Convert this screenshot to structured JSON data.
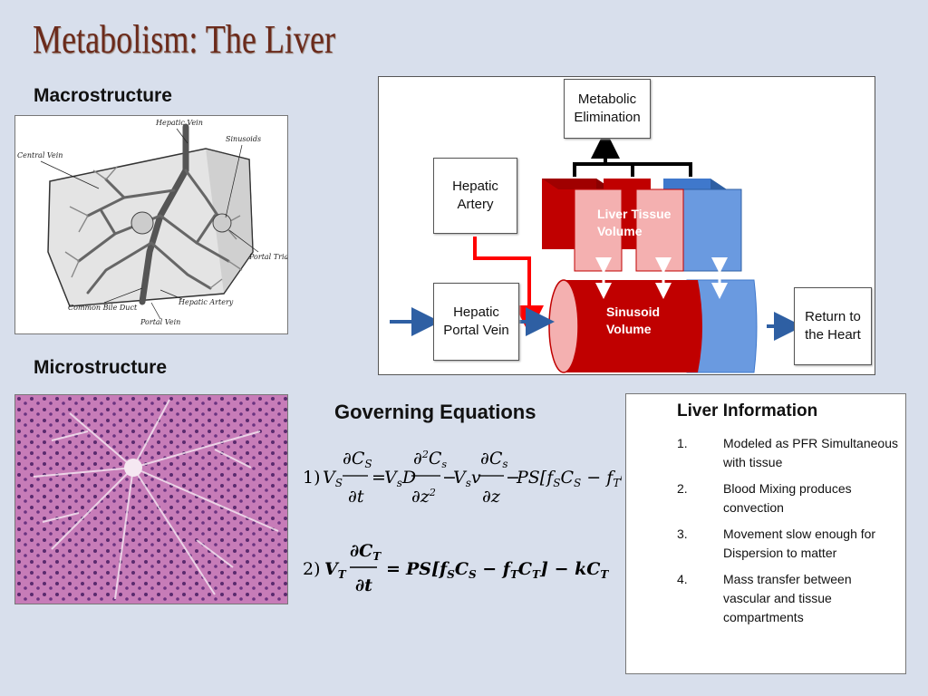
{
  "title": "Metabolism: The Liver",
  "macro_label": "Macrostructure",
  "micro_label": "Microstructure",
  "macro_image": {
    "labels": {
      "hepatic_vein": "Hepatic Vein",
      "sinusoids": "Sinusoids",
      "central_vein": "Central Vein",
      "portal_triad": "Portal Triad",
      "common_bile_duct": "Common Bile Duct",
      "hepatic_artery": "Hepatic Artery",
      "portal_vein": "Portal Vein"
    }
  },
  "diagram": {
    "metabolic_elimination": "Metabolic Elimination",
    "hepatic_artery": "Hepatic Artery",
    "hepatic_portal_vein": "Hepatic Portal Vein",
    "liver_tissue_volume": "Liver Tissue Volume",
    "sinusoid_volume": "Sinusoid Volume",
    "return_to_heart": "Return to the Heart"
  },
  "equations": {
    "title": "Governing Equations",
    "eq1_number": "1)",
    "eq2_number": "2)"
  },
  "info": {
    "title": "Liver Information",
    "items": [
      {
        "num": "1.",
        "text": "Modeled as PFR Simultaneous with tissue"
      },
      {
        "num": "2.",
        "text": "Blood Mixing produces convection"
      },
      {
        "num": "3.",
        "text": "Movement slow enough for Dispersion to matter"
      },
      {
        "num": "4.",
        "text": "Mass transfer between vascular and tissue compartments"
      }
    ]
  },
  "colors": {
    "title": "#6b2a1b",
    "background": "#d8dfec",
    "red": "#c00000",
    "pink": "#f4b0b0",
    "blue": "#5b8fd6",
    "arrow_blue": "#2e5fa3",
    "arrow_red": "#ff0000"
  }
}
